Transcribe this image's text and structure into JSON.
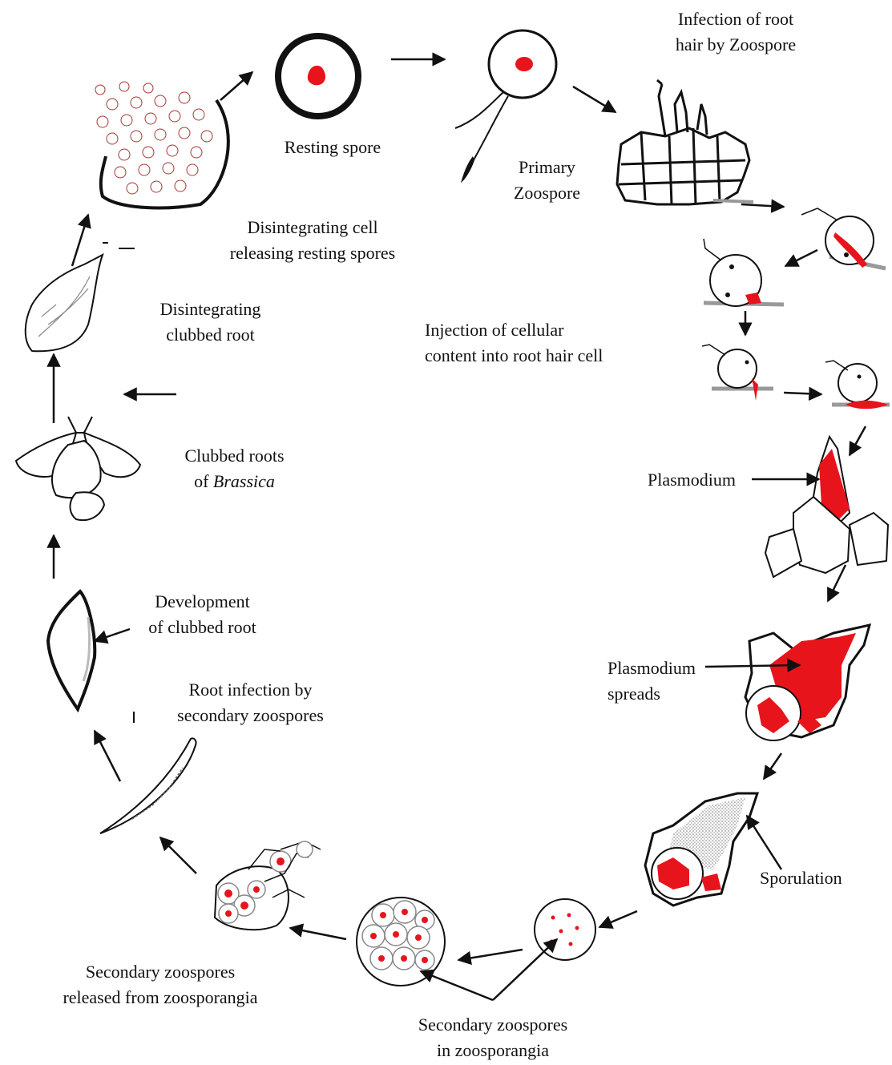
{
  "diagram": {
    "labels": {
      "resting_spore": "Resting spore",
      "infection_root_hair": [
        "Infection of root",
        "hair by Zoospore"
      ],
      "primary_zoospore": [
        "Primary",
        "Zoospore"
      ],
      "disintegrating_cell": [
        "Disintegrating cell",
        "releasing resting spores"
      ],
      "disintegrating_root": [
        "Disintegrating",
        "clubbed root"
      ],
      "injection": [
        "Injection of cellular",
        "content into root hair cell"
      ],
      "clubbed_roots": {
        "line1": "Clubbed roots",
        "line2_prefix": "of ",
        "line2_italic": "Brassica"
      },
      "plasmodium": "Plasmodium",
      "development": [
        "Development",
        "of clubbed root"
      ],
      "plasmodium_spreads": [
        "Plasmodium",
        "spreads"
      ],
      "root_infection_secondary": [
        "Root infection by",
        "secondary zoospores"
      ],
      "sporulation": "Sporulation",
      "secondary_released": [
        "Secondary zoospores",
        "released from zoosporangia"
      ],
      "secondary_in_zoosporangia": [
        "Secondary zoospores",
        "in zoosporangia"
      ]
    },
    "colors": {
      "pathogen": "#e8141c",
      "outline": "#111111",
      "stipple": "#b5b5b5"
    }
  }
}
